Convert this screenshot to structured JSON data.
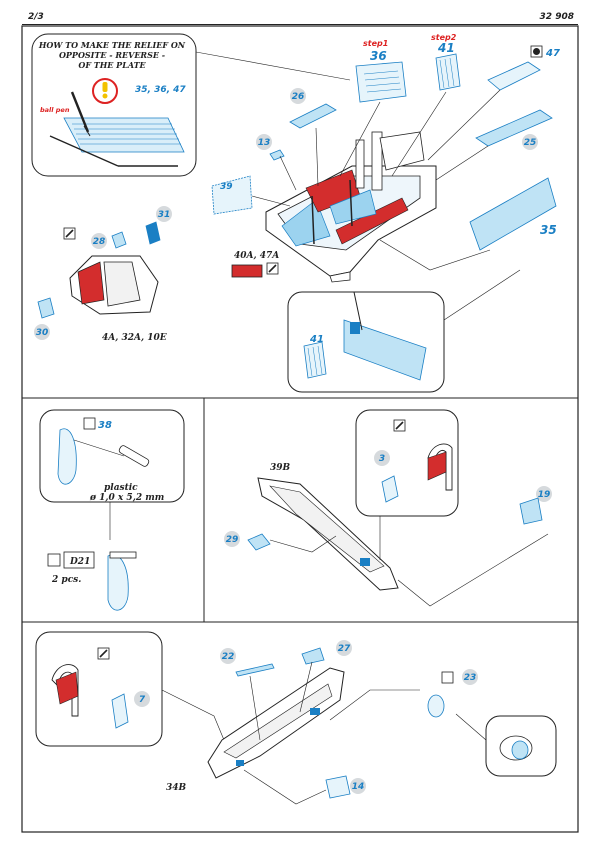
{
  "header": {
    "page": "2/3",
    "code": "32 908"
  },
  "relief_box": {
    "title_lines": [
      "HOW TO MAKE THE RELIEF ON",
      "OPPOSITE - REVERSE -",
      "OF THE PLATE"
    ],
    "tool": "ball pen",
    "parts": "35, 36, 47"
  },
  "steps": {
    "step1": "step1",
    "step2": "step2"
  },
  "labels": {
    "seat_group": "4A, 32A, 10E",
    "paint": "40A, 47A",
    "plastic": "plastic",
    "rod_size": "ø 1,0 x 5,2 mm",
    "decal": "D21",
    "pcs": "2 pcs.",
    "panel_39b": "39B",
    "panel_34b": "34B"
  },
  "parts": {
    "p36": "36",
    "p41": "41",
    "p47": "47",
    "p26": "26",
    "p13": "13",
    "p25": "25",
    "p39": "39",
    "p35": "35",
    "p31": "31",
    "p28": "28",
    "p30": "30",
    "p41b": "41",
    "p38": "38",
    "p3": "3",
    "p19": "19",
    "p29": "29",
    "p22": "22",
    "p27": "27",
    "p23": "23",
    "p7": "7",
    "p14": "14"
  },
  "colors": {
    "accent_blue": "#1a7fc4",
    "red": "#d32d2d",
    "light_blue": "#bfe3f5"
  }
}
